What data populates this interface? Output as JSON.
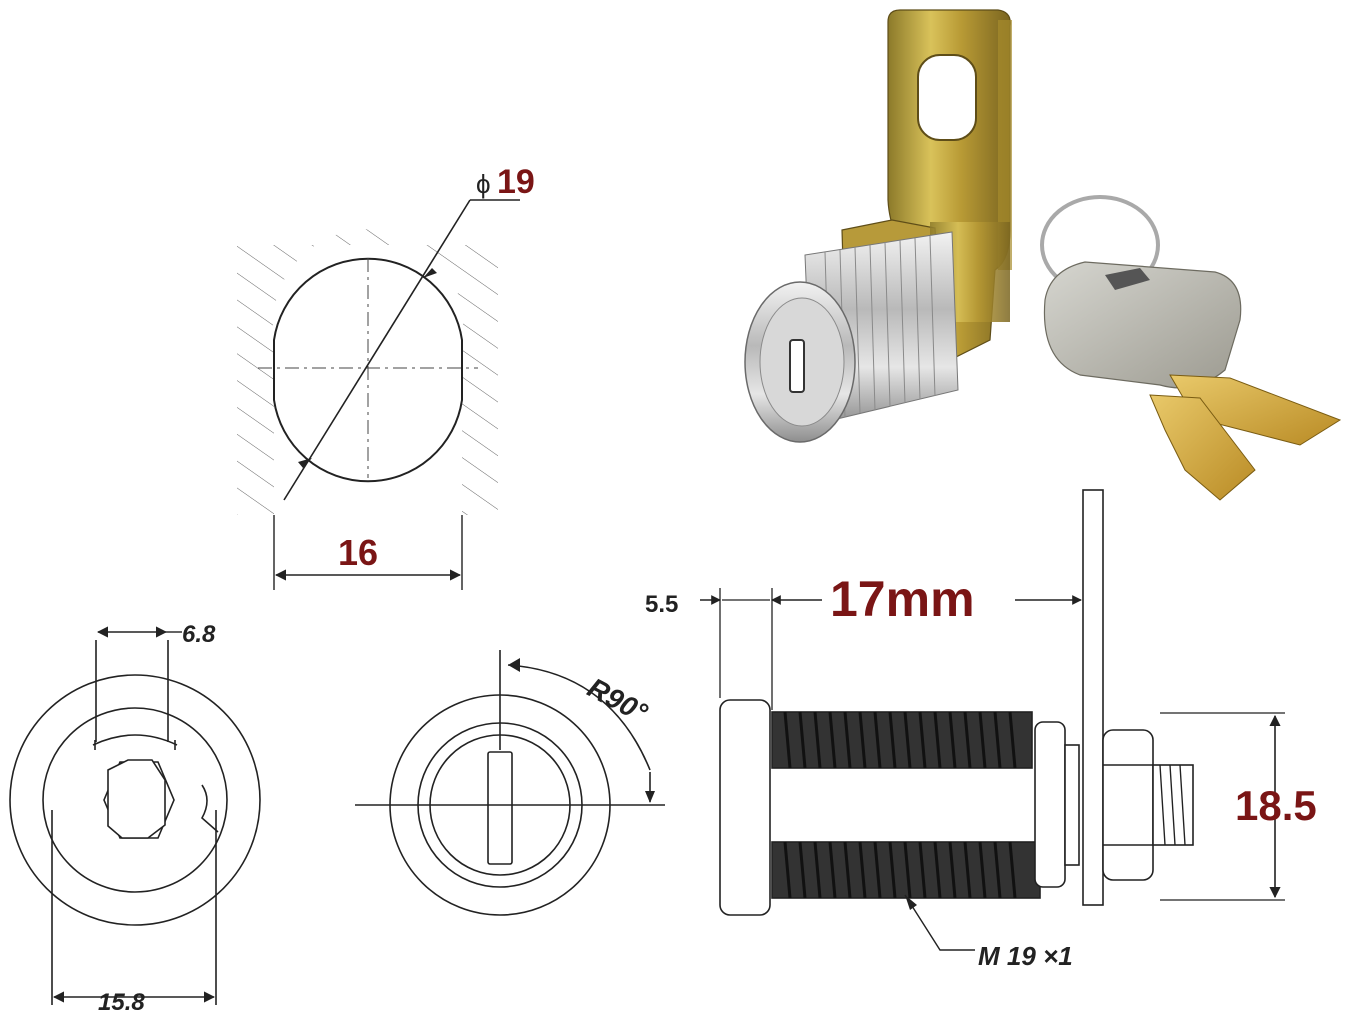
{
  "panels": {
    "cutout": {
      "diameter_label": "19",
      "diameter_symbol": "ϕ",
      "width_label": "16"
    },
    "photo": {
      "description_icon": "cam-lock-with-keys"
    },
    "front_view_left": {
      "top_dim_label": "6.8",
      "bottom_dim_label": "15.8"
    },
    "front_view_center": {
      "rotation_label": "R90°"
    },
    "side_view": {
      "flange_dim_label": "5.5",
      "length_dim_label": "17mm",
      "height_dim_label": "18.5",
      "thread_label": "M 19 ×1"
    }
  },
  "colors": {
    "accent_red": "#7a1515",
    "line": "#222222",
    "hatch": "#555555",
    "brass": "#c9a43a",
    "chrome": "#c8c8c8"
  }
}
